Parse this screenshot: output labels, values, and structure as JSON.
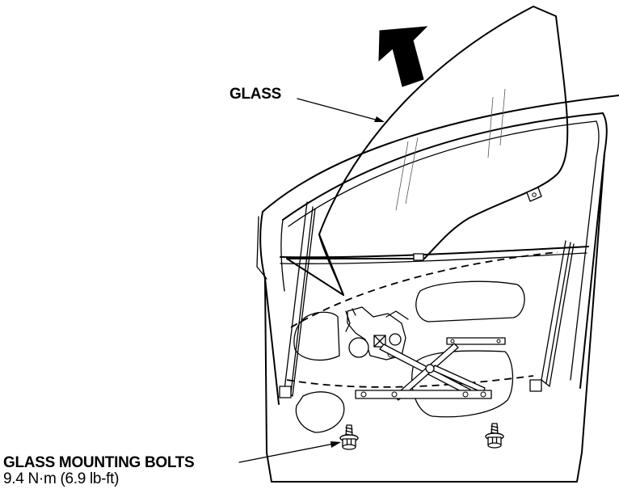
{
  "labels": {
    "glass": "GLASS",
    "bolts_title": "GLASS MOUNTING BOLTS",
    "bolts_torque": "9.4 N·m (6.9 lb-ft)"
  },
  "colors": {
    "line": "#000000",
    "background": "#ffffff"
  },
  "icons": {
    "direction_arrow": "arrow-up-left-icon",
    "bolt": "flange-bolt-icon"
  }
}
